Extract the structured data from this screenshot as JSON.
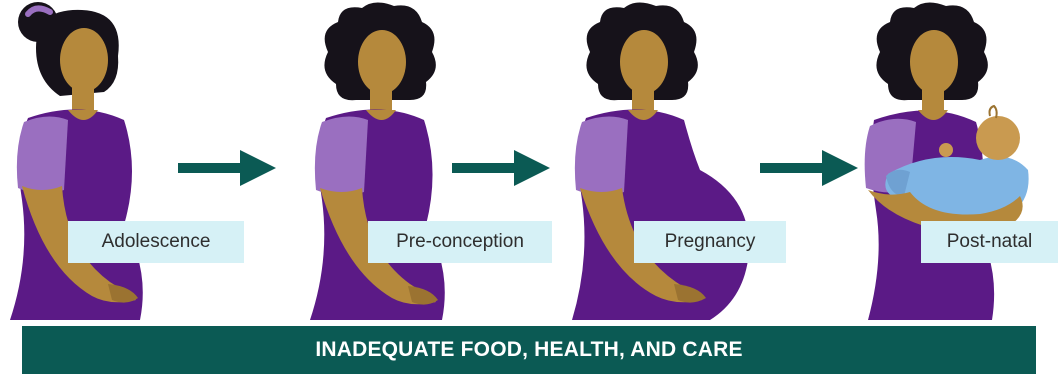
{
  "stages": [
    {
      "label": "Adolescence",
      "figure": "adolescent-woman"
    },
    {
      "label": "Pre-conception",
      "figure": "woman"
    },
    {
      "label": "Pregnancy",
      "figure": "pregnant-woman"
    },
    {
      "label": "Post-natal",
      "figure": "mother-holding-baby"
    }
  ],
  "banner": {
    "text": "INADEQUATE FOOD, HEALTH, AND CARE"
  },
  "colors": {
    "hair": "#16121a",
    "skin": "#b5893c",
    "dress": "#5b1a86",
    "sleeve": "#9a6fc0",
    "baby_blanket": "#7fb5e4",
    "arrow": "#0b5a54",
    "label_bg": "#d6f1f6",
    "banner_bg": "#0b5a54"
  }
}
